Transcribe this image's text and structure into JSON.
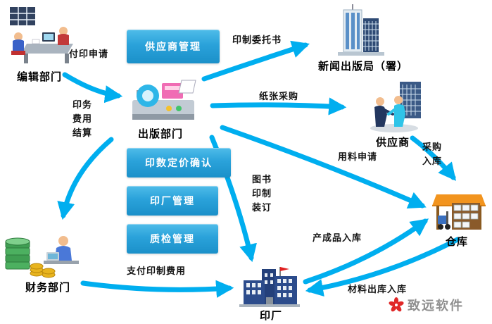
{
  "nodes": {
    "editorial": {
      "label": "编辑部门"
    },
    "publishing": {
      "label": "出版部门"
    },
    "press_bureau": {
      "label": "新闻出版局（署）"
    },
    "supplier": {
      "label": "供应商"
    },
    "warehouse": {
      "label": "仓库"
    },
    "finance": {
      "label": "财务部门"
    },
    "factory": {
      "label": "印厂"
    }
  },
  "process_boxes": {
    "supplier_mgmt": {
      "label": "供应商管理"
    },
    "print_qty_price": {
      "label": "印数定价确认"
    },
    "factory_mgmt": {
      "label": "印厂管理"
    },
    "quality_mgmt": {
      "label": "质检管理"
    }
  },
  "edge_labels": {
    "print_request": "付印申请",
    "print_commission": "印制委托书",
    "paper_purchase": "纸张采购",
    "print_fee_settlement": "印务费用结算",
    "material_request": "用料申请",
    "purchase_inbound": "采购入库",
    "book_print_binding": "图书印制装订",
    "finished_goods_inbound": "产成品入库",
    "pay_print_fee": "支付印制费用",
    "material_outbound_inbound": "材料出库入库"
  },
  "watermark": {
    "brand": "致远软件"
  },
  "icons": {
    "editorial": "office-workers-clipart",
    "press_bureau": "skyscraper-buildings-clipart",
    "publishing": "printing-press-clipart",
    "supplier": "handshake-businessmen-clipart",
    "warehouse": "warehouse-shelves-forklift-clipart",
    "finance": "money-stacks-accountant-clipart",
    "factory": "factory-building-clipart",
    "watermark_logo": "red-pinwheel-flower-logo"
  },
  "colors": {
    "arrow": "#00AEEF",
    "process_box": "#1E9AD4",
    "process_box_text": "#FFFFFF"
  }
}
